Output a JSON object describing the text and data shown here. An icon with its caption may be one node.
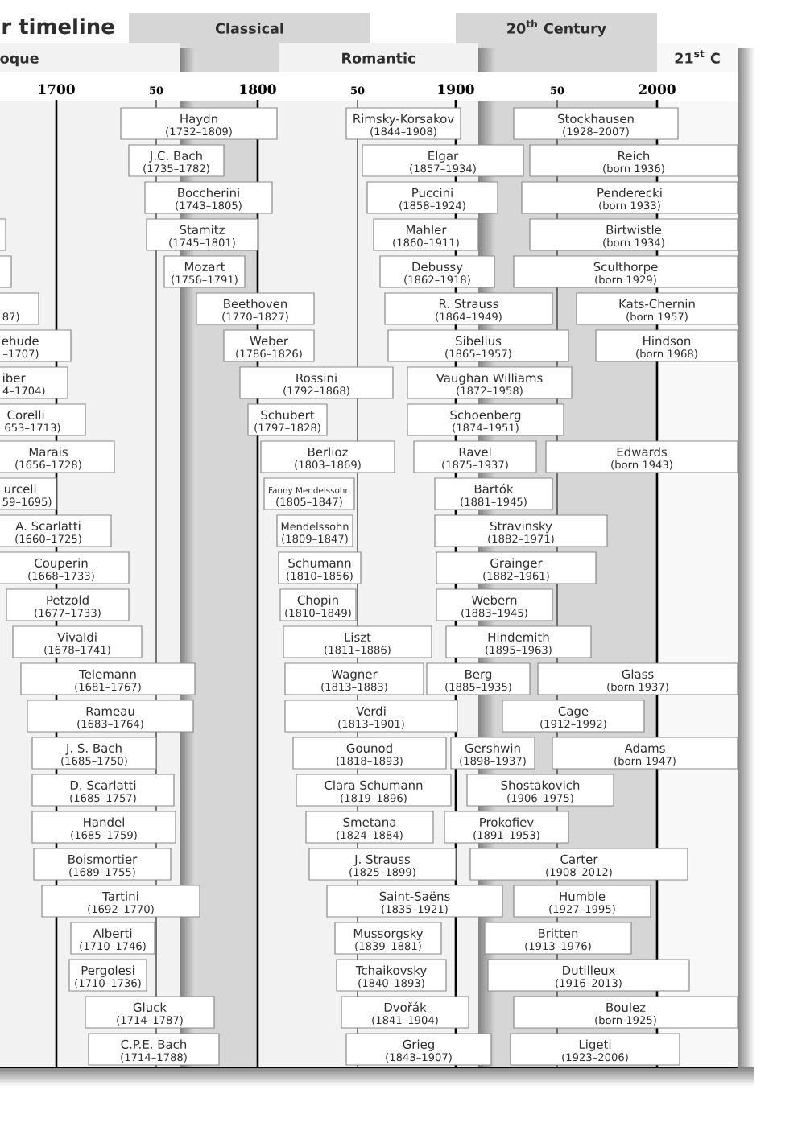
{
  "diagram": {
    "title": "r timeline",
    "nodes": [
      {
        "text": [
          "Classical"
        ]
      },
      {
        "text": [
          "20$^{th}$ Century"
        ]
      },
      {
        "text": [
          "oque"
        ]
      },
      {
        "text": [
          "Romantic"
        ]
      },
      {
        "text": [
          "21$^{st}$ C"
        ]
      },
      {
        "text": [
          "Haydn",
          "(1732–1809)"
        ]
      },
      {
        "text": [
          "Rimsky-Korsakov",
          "(1844–1908)"
        ]
      },
      {
        "text": [
          "Stockhausen",
          "(1928–2007)"
        ]
      },
      {
        "text": [
          "J.C. Bach",
          "(1735–1782)"
        ]
      },
      {
        "text": [
          "Elgar",
          "(1857–1934)"
        ]
      },
      {
        "text": [
          "Reich",
          "(born 1936)"
        ]
      },
      {
        "text": [
          "Boccherini",
          "(1743–1805)"
        ]
      },
      {
        "text": [
          "Puccini",
          "(1858–1924)"
        ]
      },
      {
        "text": [
          "Penderecki",
          "(born 1933)"
        ]
      },
      {
        "text": [],
        "shape": "box"
      },
      {
        "text": [
          "Stamitz",
          "(1745–1801)"
        ]
      },
      {
        "text": [
          "Mahler",
          "(1860–1911)"
        ]
      },
      {
        "text": [
          "Birtwistle",
          "(born 1934)"
        ]
      },
      {
        "text": [],
        "shape": "box"
      },
      {
        "text": [
          "Mozart",
          "(1756–1791)"
        ]
      },
      {
        "text": [
          "Debussy",
          "(1862–1918)"
        ]
      },
      {
        "text": [
          "Sculthorpe",
          "(born 1929)"
        ]
      },
      {
        "text": [
          "87)"
        ]
      },
      {
        "text": [
          "Beethoven",
          "(1770–1827)"
        ]
      },
      {
        "text": [
          "R. Strauss",
          "(1864–1949)"
        ]
      },
      {
        "text": [
          "Kats-Chernin",
          "(born 1957)"
        ]
      },
      {
        "text": [
          "ehude",
          "–1707)"
        ]
      },
      {
        "text": [
          "Weber",
          "(1786–1826)"
        ]
      },
      {
        "text": [
          "Sibelius",
          "(1865–1957)"
        ]
      },
      {
        "text": [
          "Hindson",
          "(born 1968)"
        ]
      },
      {
        "text": [
          "iber",
          "4–1704)"
        ]
      },
      {
        "text": [
          "Rossini",
          "(1792–1868)"
        ]
      },
      {
        "text": [
          "Vaughan Williams",
          "(1872–1958)"
        ]
      },
      {
        "text": [
          "Corelli",
          "653–1713)"
        ]
      },
      {
        "text": [
          "Schubert",
          "(1797–1828)"
        ]
      },
      {
        "text": [
          "Schoenberg",
          "(1874–1951)"
        ]
      },
      {
        "text": [
          "Marais",
          "(1656–1728)"
        ]
      },
      {
        "text": [
          "Berlioz",
          "(1803–1869)"
        ]
      },
      {
        "text": [
          "Ravel",
          "(1875–1937)"
        ]
      },
      {
        "text": [
          "Edwards",
          "(born 1943)"
        ]
      },
      {
        "text": [
          "urcell",
          "59–1695)"
        ]
      },
      {
        "text": [
          "Fanny Mendelssohn",
          "(1805–1847)"
        ]
      },
      {
        "text": [
          "Bartók",
          "(1881–1945)"
        ]
      },
      {
        "text": [
          "A. Scarlatti",
          "(1660–1725)"
        ]
      },
      {
        "text": [
          "Mendelssohn",
          "(1809–1847)"
        ]
      },
      {
        "text": [
          "Stravinsky",
          "(1882–1971)"
        ]
      },
      {
        "text": [
          "Couperin",
          "(1668–1733)"
        ]
      },
      {
        "text": [
          "Schumann",
          "(1810–1856)"
        ]
      },
      {
        "text": [
          "Grainger",
          "(1882–1961)"
        ]
      },
      {
        "text": [
          "Petzold",
          "(1677–1733)"
        ]
      },
      {
        "text": [
          "Chopin",
          "(1810–1849)"
        ]
      },
      {
        "text": [
          "Webern",
          "(1883–1945)"
        ]
      },
      {
        "text": [
          "Vivaldi",
          "(1678–1741)"
        ]
      },
      {
        "text": [
          "Liszt",
          "(1811–1886)"
        ]
      },
      {
        "text": [
          "Hindemith",
          "(1895–1963)"
        ]
      },
      {
        "text": [
          "Telemann",
          "(1681–1767)"
        ]
      },
      {
        "text": [
          "Wagner",
          "(1813–1883)"
        ]
      },
      {
        "text": [
          "Berg",
          "(1885–1935)"
        ]
      },
      {
        "text": [
          "Glass",
          "(born 1937)"
        ]
      },
      {
        "text": [
          "Rameau",
          "(1683–1764)"
        ]
      },
      {
        "text": [
          "Verdi",
          "(1813–1901)"
        ]
      },
      {
        "text": [
          "Cage",
          "(1912–1992)"
        ]
      },
      {
        "text": [
          "J. S. Bach",
          "(1685–1750)"
        ]
      },
      {
        "text": [
          "Gounod",
          "(1818–1893)"
        ]
      },
      {
        "text": [
          "Gershwin",
          "(1898–1937)"
        ]
      },
      {
        "text": [
          "Adams",
          "(born 1947)"
        ]
      },
      {
        "text": [
          "D. Scarlatti",
          "(1685–1757)"
        ]
      },
      {
        "text": [
          "Clara Schumann",
          "(1819–1896)"
        ]
      },
      {
        "text": [
          "Shostakovich",
          "(1906–1975)"
        ]
      },
      {
        "text": [
          "Handel",
          "(1685–1759)"
        ]
      },
      {
        "text": [
          "Smetana",
          "(1824–1884)"
        ]
      },
      {
        "text": [
          "Prokofiev",
          "(1891–1953)"
        ]
      },
      {
        "text": [
          "Boismortier",
          "(1689–1755)"
        ]
      },
      {
        "text": [
          "J. Strauss",
          "(1825–1899)"
        ]
      },
      {
        "text": [
          "Carter",
          "(1908–2012)"
        ]
      },
      {
        "text": [
          "Tartini",
          "(1692–1770)"
        ]
      },
      {
        "text": [
          "Saint-Saëns",
          "(1835–1921)"
        ]
      },
      {
        "text": [
          "Humble",
          "(1927–1995)"
        ]
      },
      {
        "text": [
          "Alberti",
          "(1710–1746)"
        ]
      },
      {
        "text": [
          "Mussorgsky",
          "(1839–1881)"
        ]
      },
      {
        "text": [
          "Britten",
          "(1913–1976)"
        ]
      },
      {
        "text": [
          "Pergolesi",
          "(1710–1736)"
        ]
      },
      {
        "text": [
          "Tchaikovsky",
          "(1840–1893)"
        ]
      },
      {
        "text": [
          "Dutilleux",
          "(1916–2013)"
        ]
      },
      {
        "text": [
          "Gluck",
          "(1714–1787)"
        ]
      },
      {
        "text": [
          "Dvořák",
          "(1841–1904)"
        ]
      },
      {
        "text": [
          "Boulez",
          "(born 1925)"
        ]
      },
      {
        "text": [
          "C.P.E. Bach",
          "(1714–1788)"
        ]
      },
      {
        "text": [
          "Grieg",
          "(1843–1907)"
        ]
      },
      {
        "text": [
          "Ligeti",
          "(1923–2006)"
        ]
      }
    ],
    "labels": [
      "1700",
      "50",
      "1800",
      "50",
      "1900",
      "50",
      "2000"
    ]
  }
}
